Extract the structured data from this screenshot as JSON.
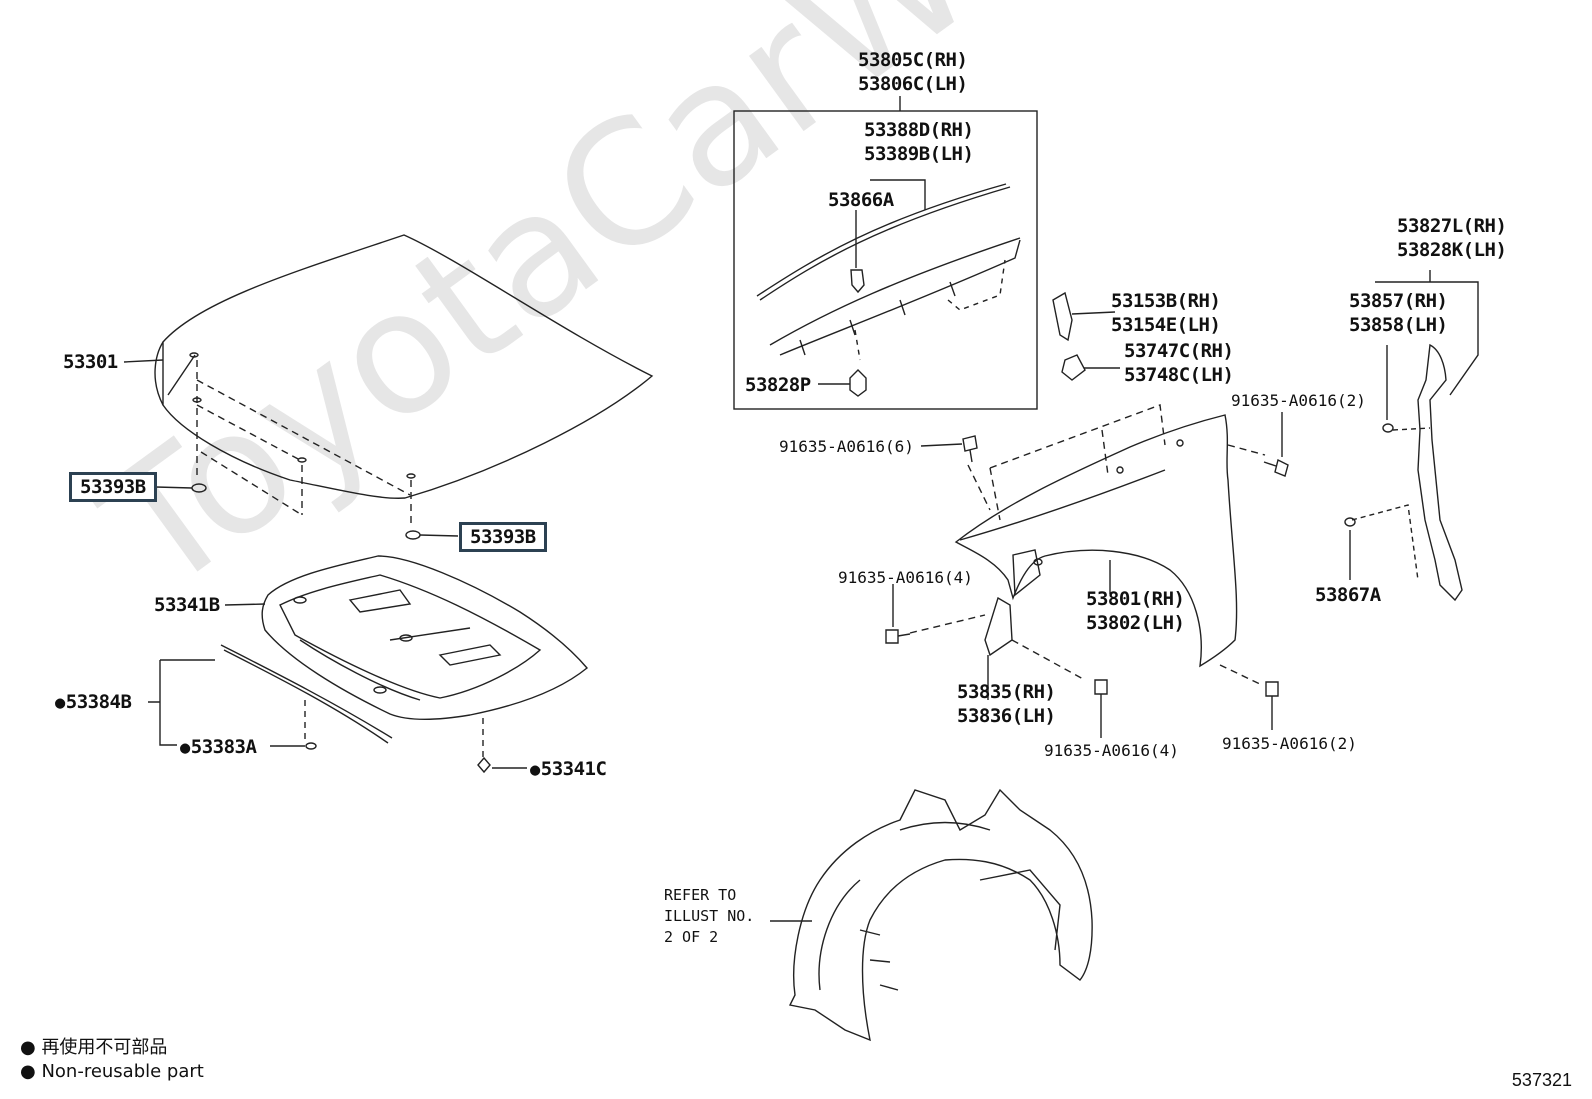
{
  "watermark": "ToyotaCarWire.ru",
  "illustration_number": "537321",
  "legend": {
    "jp": "再使用不可部品",
    "en": "Non-reusable part"
  },
  "refer_note": "REFER TO\nILLUST NO.\n2 OF 2",
  "labels": {
    "hood": "53301",
    "cushion_left": "53393B",
    "cushion_right": "53393B",
    "insulator": "53341B",
    "seal": "53384B",
    "seal_clip": "53383A",
    "insulator_clip": "53341C",
    "cowl_rh": "53805C(RH)",
    "cowl_lh": "53806C(LH)",
    "seal_rh": "53388D(RH)",
    "seal_lh": "53389B(LH)",
    "clip_53866a": "53866A",
    "clip_53828p": "53828P",
    "bolt_6": "91635-A0616(6)",
    "bolt_4_upper": "91635-A0616(4)",
    "bolt_2_upper": "91635-A0616(2)",
    "bolt_4_lower": "91635-A0616(4)",
    "bolt_2_lower": "91635-A0616(2)",
    "pad_rh": "53153B(RH)",
    "pad_lh": "53154E(LH)",
    "cover_rh": "53747C(RH)",
    "cover_lh": "53748C(LH)",
    "fender_rh": "53801(RH)",
    "fender_lh": "53802(LH)",
    "bracket_rh": "53835(RH)",
    "bracket_lh": "53836(LH)",
    "protector_rh": "53827L(RH)",
    "protector_lh": "53828K(LH)",
    "seal2_rh": "53857(RH)",
    "seal2_lh": "53858(LH)",
    "clip_53867a": "53867A"
  },
  "colors": {
    "line": "#222222",
    "box_border": "#2c4152",
    "watermark": "#e6e6e6"
  }
}
